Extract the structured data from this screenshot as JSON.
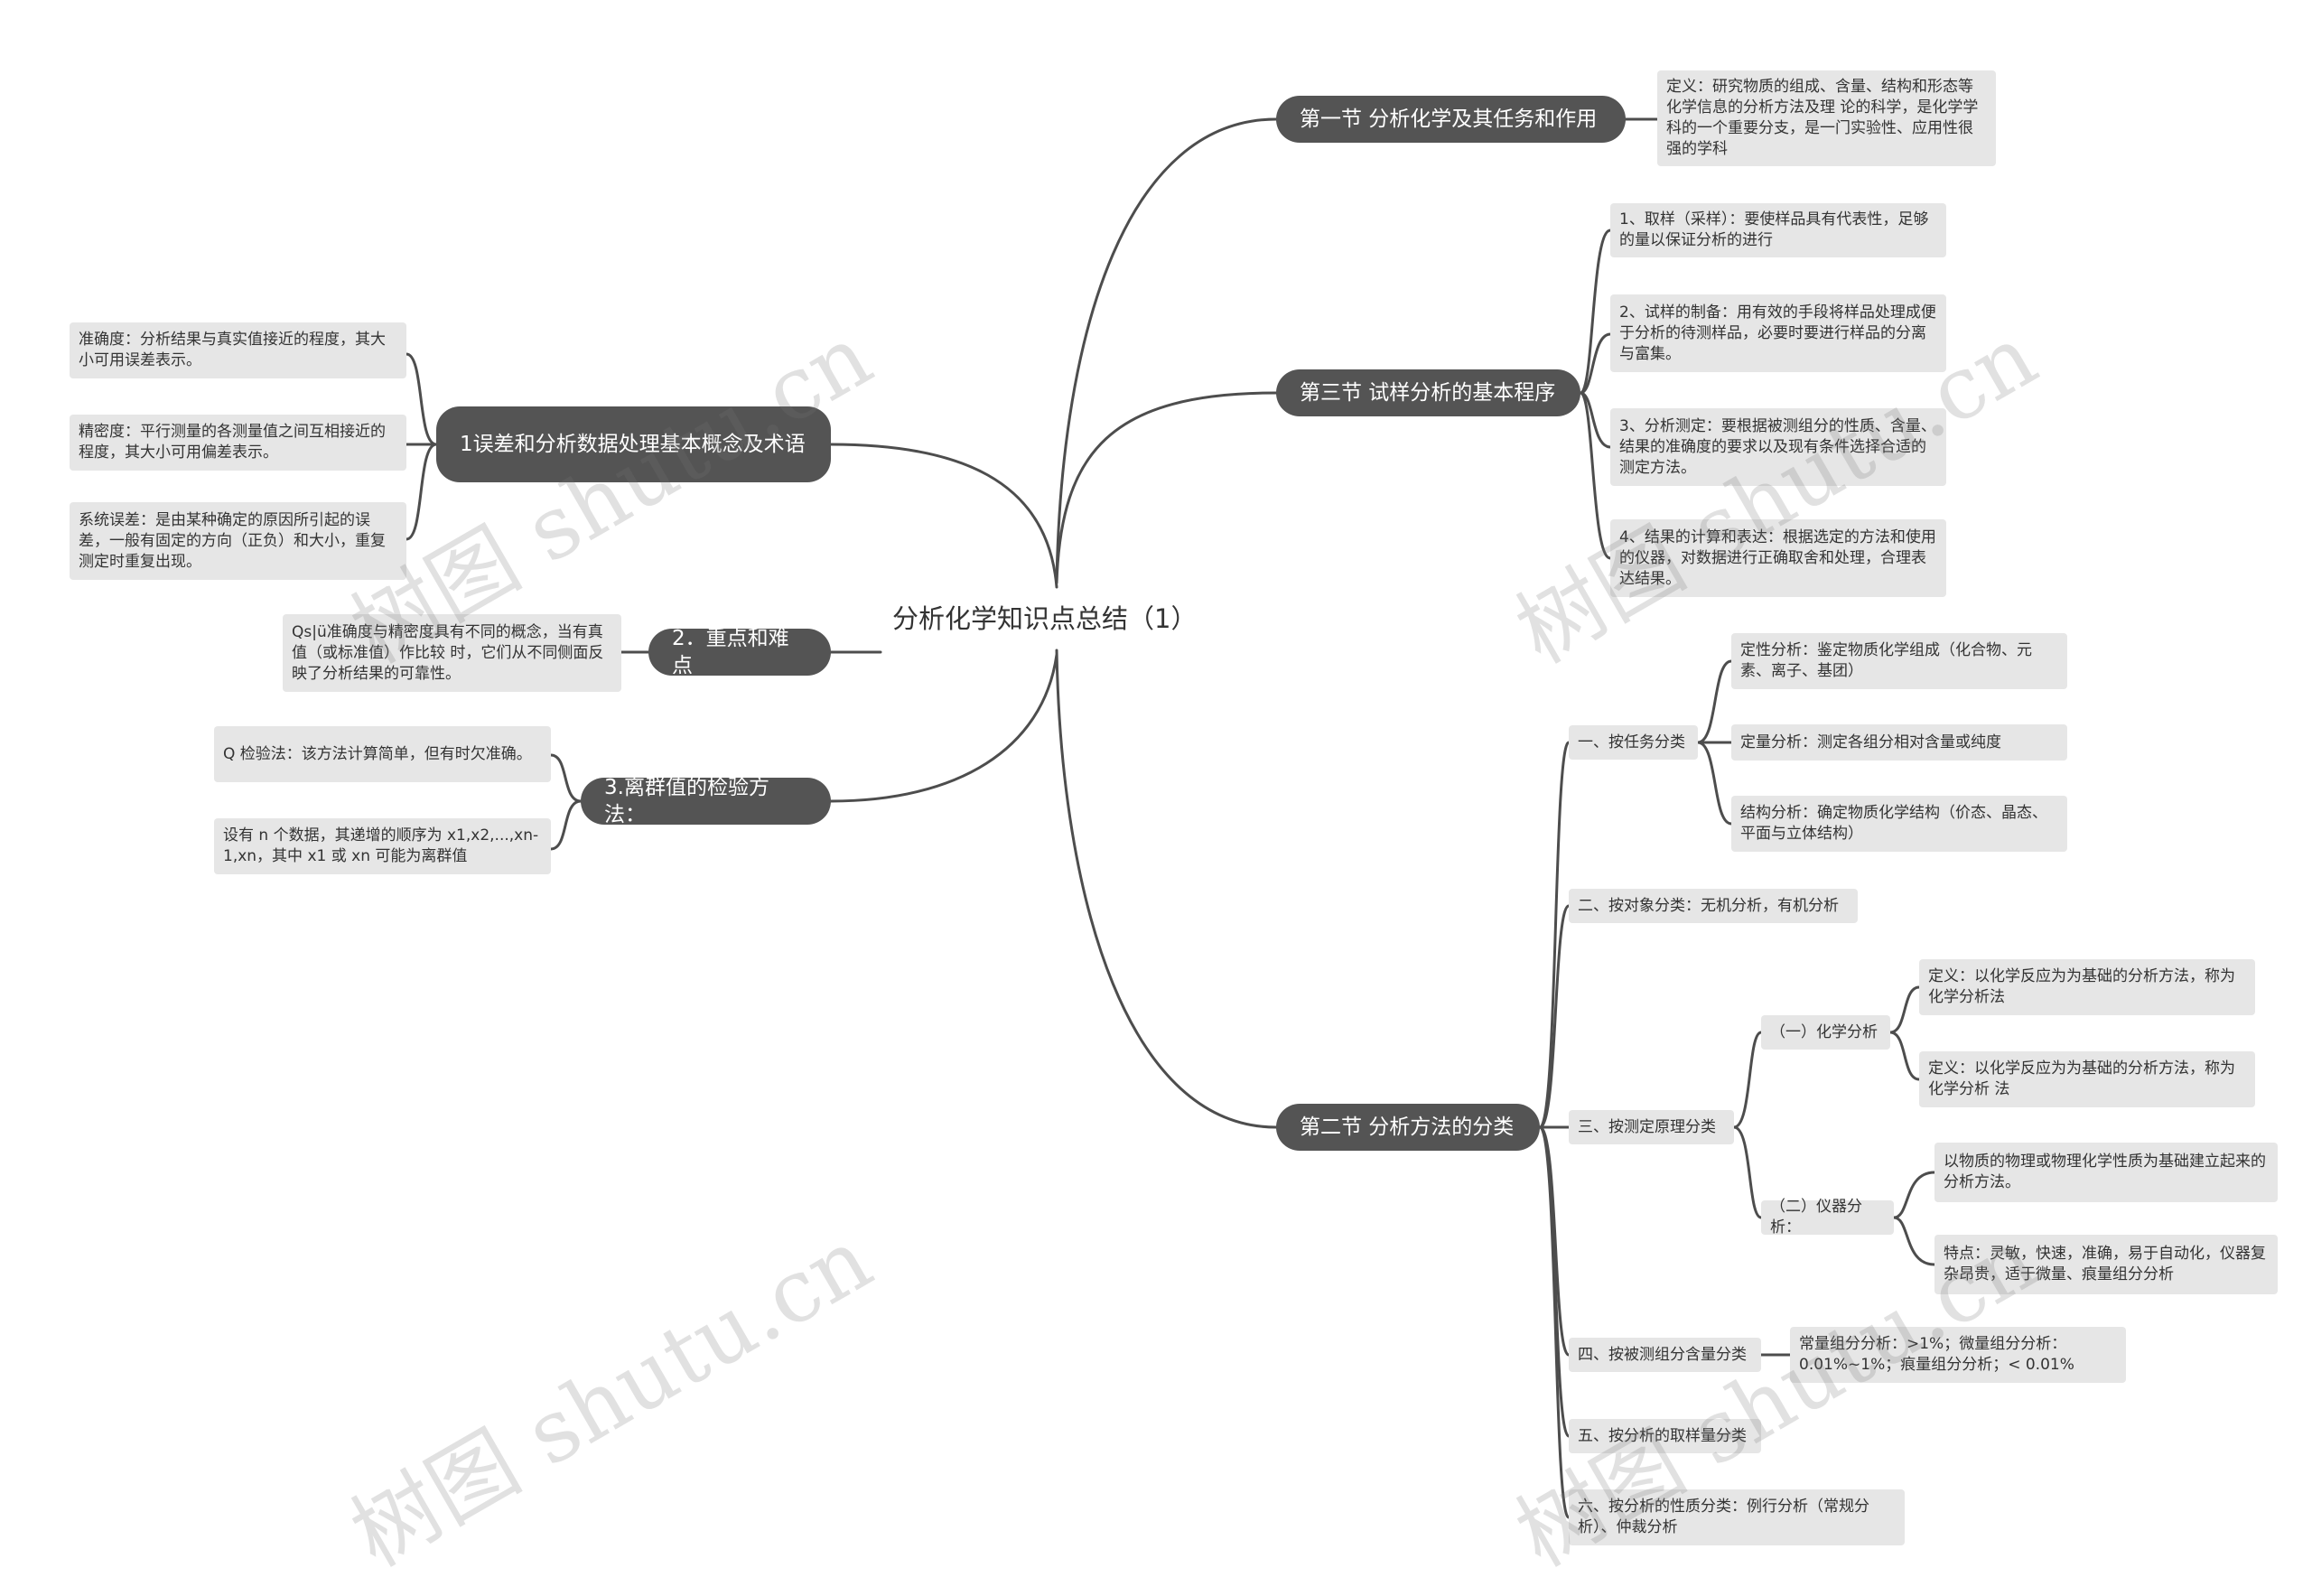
{
  "root": {
    "title": "分析化学知识点总结（1）"
  },
  "right": {
    "sec1": {
      "title": "第一节 分析化学及其任务和作用",
      "leaf": "定义：研究物质的组成、含量、结构和形态等化学信息的分析方法及理 论的科学，是化学学科的一个重要分支，是一门实验性、应用性很强的学科"
    },
    "sec3": {
      "title": "第三节 试样分析的基本程序",
      "leaves": [
        "1、取样（采样）：要使样品具有代表性，足够的量以保证分析的进行",
        "2、试样的制备：用有效的手段将样品处理成便于分析的待测样品，必要时要进行样品的分离与富集。",
        "3、分析测定：要根据被测组分的性质、含量、结果的准确度的要求以及现有条件选择合适的测定方法。",
        "4、结果的计算和表达：根据选定的方法和使用的仪器，对数据进行正确取舍和处理，合理表达结果。"
      ]
    },
    "sec2": {
      "title": "第二节 分析方法的分类",
      "task": {
        "label": "一、按任务分类",
        "items": [
          "定性分析：鉴定物质化学组成（化合物、元素、离子、基团）",
          "定量分析：测定各组分相对含量或纯度",
          "结构分析：确定物质化学结构（价态、晶态、平面与立体结构）"
        ]
      },
      "object": {
        "label": "二、按对象分类：无机分析，有机分析"
      },
      "principle": {
        "label": "三、按测定原理分类",
        "chemical": {
          "label": "（一）化学分析",
          "items": [
            "定义：以化学反应为为基础的分析方法，称为化学分析法",
            "定义：以化学反应为为基础的分析方法，称为化学分析 法"
          ]
        },
        "instrument": {
          "label": "（二）仪器分析：",
          "items": [
            "以物质的物理或物理化学性质为基础建立起来的分析方法。",
            "特点：灵敏，快速，准确，易于自动化，仪器复杂昂贵，适于微量、痕量组分分析"
          ]
        }
      },
      "content": {
        "label": "四、按被测组分含量分类",
        "leaf": "常量组分分析：>1%；微量组分分析：0.01%~1%；痕量组分分析；< 0.01%"
      },
      "sample": {
        "label": "五、按分析的取样量分类"
      },
      "nature": {
        "label": "六、按分析的性质分类：例行分析（常规分析）、仲裁分析"
      }
    }
  },
  "left": {
    "errors": {
      "title": "1误差和分析数据处理基本概念及术语",
      "leaves": [
        "准确度：分析结果与真实值接近的程度，其大小可用误差表示。",
        "精密度：平行测量的各测量值之间互相接近的程度，其大小可用偏差表示。",
        "系统误差：是由某种确定的原因所引起的误差，一般有固定的方向（正负）和大小，重复测定时重复出现。"
      ]
    },
    "keypoints": {
      "title": "2．重点和难点",
      "leaf": "Qs|ü准确度与精密度具有不同的概念，当有真值（或标准值）作比较 时，它们从不同侧面反映了分析结果的可靠性。"
    },
    "outlier": {
      "title": "3.离群值的检验方法：",
      "leaves": [
        "Q 检验法：该方法计算简单，但有时欠准确。",
        "设有 n 个数据，其递增的顺序为 x1,x2,...,xn-1,xn，其中 x1 或 xn 可能为离群值"
      ]
    }
  },
  "watermark": {
    "text": "树图 shutu.cn"
  }
}
